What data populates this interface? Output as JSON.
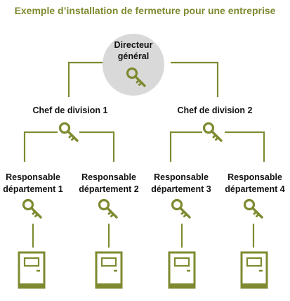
{
  "title": "Exemple d’installation de fermeture pour une entreprise",
  "colors": {
    "line": "#7f8a30",
    "circle": "#d9d9d9",
    "key": "#7f8a30"
  },
  "nodes": {
    "director": {
      "line1": "Directeur",
      "line2": "général",
      "icon": "key-icon"
    },
    "division_1": {
      "label": "Chef de division 1",
      "icon": "key-icon"
    },
    "division_2": {
      "label": "Chef de division 2",
      "icon": "key-icon"
    },
    "managers": [
      {
        "line1": "Responsable",
        "line2": "département 1",
        "icon": "key-icon",
        "door": "door-icon"
      },
      {
        "line1": "Responsable",
        "line2": "département 2",
        "icon": "key-icon",
        "door": "door-icon"
      },
      {
        "line1": "Responsable",
        "line2": "département 3",
        "icon": "key-icon",
        "door": "door-icon"
      },
      {
        "line1": "Responsable",
        "line2": "département 4",
        "icon": "key-icon",
        "door": "door-icon"
      }
    ]
  }
}
